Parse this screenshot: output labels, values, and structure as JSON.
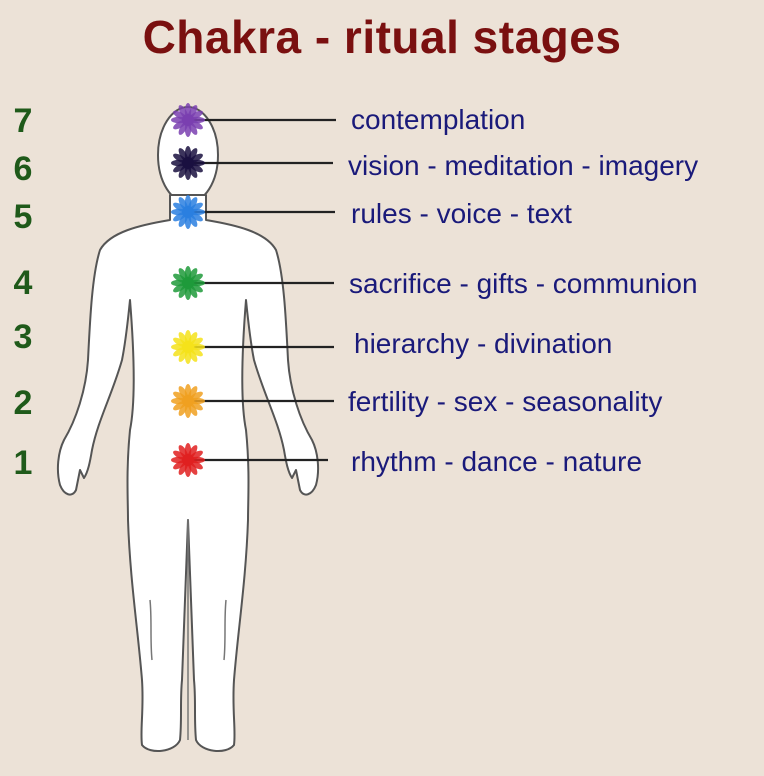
{
  "title": "Chakra - ritual stages",
  "colors": {
    "title": "#7a1010",
    "numbers": "#1f5a1a",
    "labels": "#1a1a7a",
    "background": "#ece2d7"
  },
  "chakras": [
    {
      "number": "7",
      "label": "contemplation",
      "color": "#7a3fb0"
    },
    {
      "number": "6",
      "label": "vision - meditation - imagery",
      "color": "#1a1040"
    },
    {
      "number": "5",
      "label": "rules - voice - text",
      "color": "#2a7fe0"
    },
    {
      "number": "4",
      "label": "sacrifice - gifts - communion",
      "color": "#1e9a3a"
    },
    {
      "number": "3",
      "label": "hierarchy - divination",
      "color": "#f5e21a"
    },
    {
      "number": "2",
      "label": "fertility - sex - seasonality",
      "color": "#f0a020"
    },
    {
      "number": "1",
      "label": "rhythm - dance - nature",
      "color": "#e02020"
    }
  ]
}
